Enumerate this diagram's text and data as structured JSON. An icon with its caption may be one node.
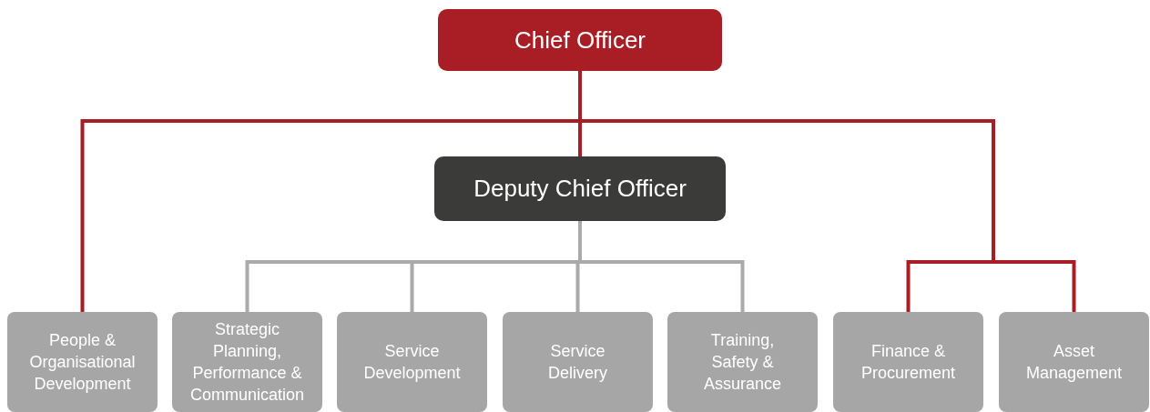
{
  "diagram": {
    "nodes": [
      {
        "text": [
          "Chief Officer"
        ]
      },
      {
        "text": [
          "Deputy Chief Officer"
        ]
      },
      {
        "text": [
          "People & Organisational Development"
        ]
      },
      {
        "text": [
          "Strategic Planning, Performance & Communication"
        ]
      },
      {
        "text": [
          "Service Development"
        ]
      },
      {
        "text": [
          "Service Delivery"
        ]
      },
      {
        "text": [
          "Training, Safety & Assurance"
        ]
      },
      {
        "text": [
          "Finance & Procurement"
        ]
      },
      {
        "text": [
          "Asset Management"
        ]
      }
    ],
    "edges": [
      {
        "from": 0,
        "to": 1,
        "arrow": "none",
        "color": "#a91d25"
      },
      {
        "from": 0,
        "to": 2,
        "arrow": "none",
        "color": "#a91d25"
      },
      {
        "from": 0,
        "to": 7,
        "arrow": "none",
        "color": "#a91d25"
      },
      {
        "from": 0,
        "to": 8,
        "arrow": "none",
        "color": "#a91d25"
      },
      {
        "from": 1,
        "to": 3,
        "arrow": "none",
        "color": "#aaaaaa"
      },
      {
        "from": 1,
        "to": 4,
        "arrow": "none",
        "color": "#aaaaaa"
      },
      {
        "from": 1,
        "to": 5,
        "arrow": "none",
        "color": "#aaaaaa"
      },
      {
        "from": 1,
        "to": 6,
        "arrow": "none",
        "color": "#aaaaaa"
      }
    ]
  }
}
